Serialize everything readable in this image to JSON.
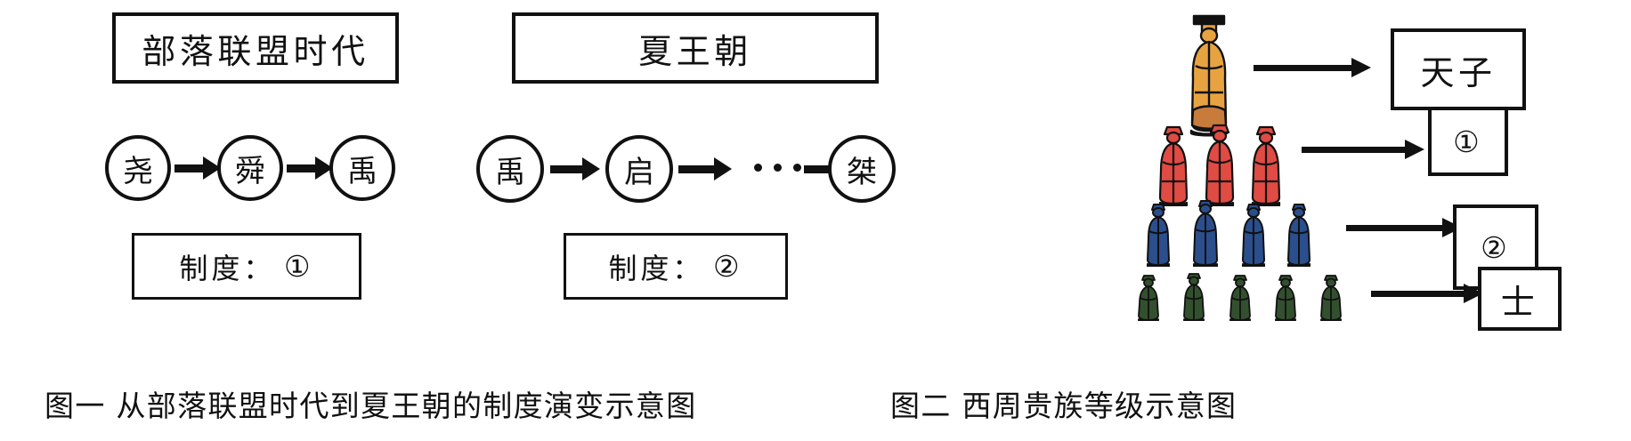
{
  "figure_one": {
    "caption": "图一  从部落联盟时代到夏王朝的制度演变示意图",
    "panels": [
      {
        "title": "部落联盟时代",
        "rulers": [
          "尧",
          "舜",
          "禹"
        ],
        "system_label": "制度：",
        "system_value": "①"
      },
      {
        "title": "夏王朝",
        "rulers": [
          "禹",
          "启",
          "…",
          "桀"
        ],
        "system_label": "制度：",
        "system_value": "②"
      }
    ],
    "ellipsis_dots": 3
  },
  "figure_two": {
    "caption": "图二  西周贵族等级示意图",
    "ranks": [
      {
        "label": "天子",
        "figure_count": 1,
        "color": "#E8A341"
      },
      {
        "label": "①",
        "figure_count": 3,
        "color": "#E04B43"
      },
      {
        "label": "②",
        "figure_count": 4,
        "color": "#2B4E8C"
      },
      {
        "label": "士",
        "figure_count": 5,
        "color": "#33502E"
      }
    ]
  },
  "colors": {
    "stroke": "#111111",
    "background": "#FFFFFF",
    "tier1": "#E8A341",
    "tier2": "#E04B43",
    "tier3": "#2B4E8C",
    "tier4": "#33502E"
  }
}
